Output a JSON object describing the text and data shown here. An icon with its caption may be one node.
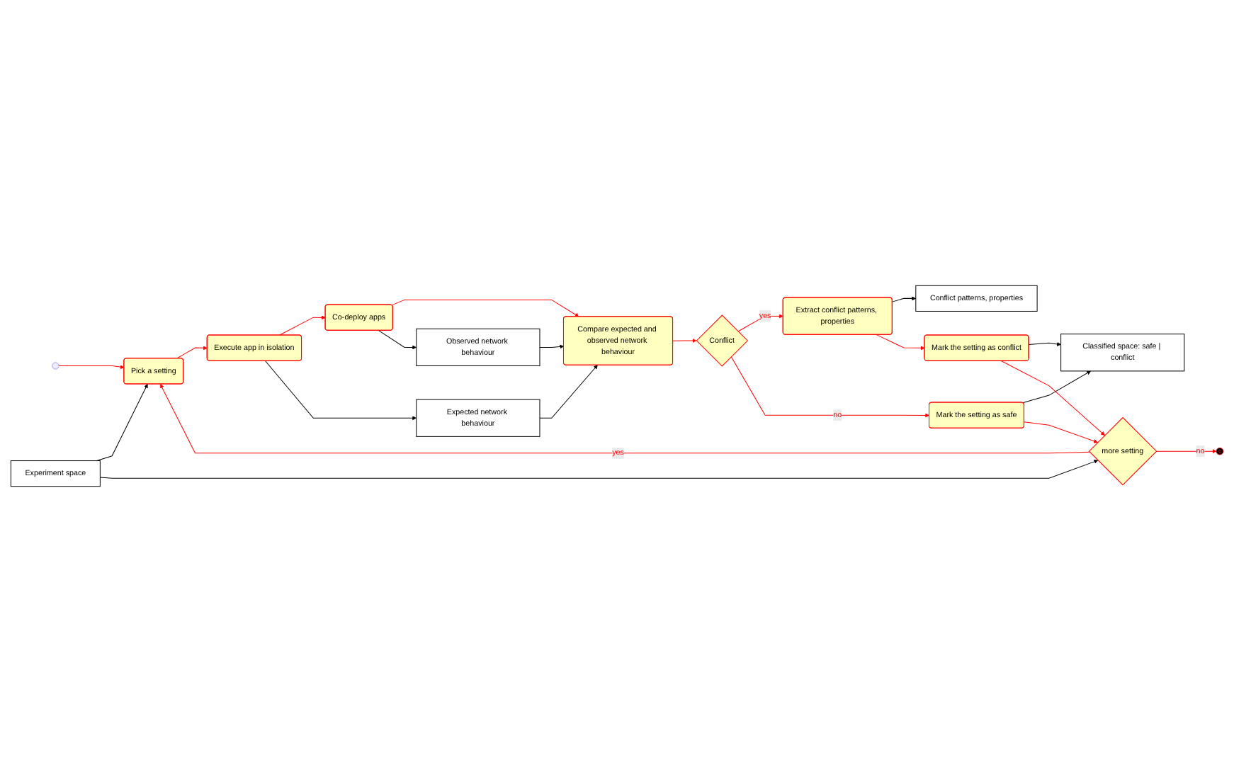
{
  "diagram": {
    "nodes": [
      {
        "text": [],
        "shape": "circle"
      },
      {
        "text": [
          "Pick a setting"
        ]
      },
      {
        "text": [
          "Execute app in isolation"
        ]
      },
      {
        "text": [
          "Co-deploy apps"
        ]
      },
      {
        "text": [
          "Experiment space"
        ]
      },
      {
        "text": [
          "Conflict patterns, properties"
        ]
      },
      {
        "text": [
          "Expected network behaviour"
        ]
      },
      {
        "text": [
          "Observed network behaviour"
        ]
      },
      {
        "text": [],
        "shape": "circle"
      },
      {
        "text": [
          "more setting"
        ]
      },
      {
        "text": [
          "Extract conflict patterns, properties"
        ]
      },
      {
        "text": [
          "Conflict"
        ]
      },
      {
        "text": [
          "Compare expected and observed network behaviour"
        ]
      },
      {
        "text": [
          "Mark the setting as conflict"
        ]
      },
      {
        "text": [
          "Mark the setting as safe"
        ]
      },
      {
        "text": [
          "Classified space: safe | conflict"
        ]
      }
    ],
    "edges": [
      {
        "from": 0,
        "to": 1,
        "arrow": "to"
      },
      {
        "from": 1,
        "to": 2,
        "arrow": "to"
      },
      {
        "from": 2,
        "to": 3,
        "arrow": "to"
      },
      {
        "from": 3,
        "to": 12,
        "arrow": "to"
      },
      {
        "from": 4,
        "to": 1,
        "arrow": "to",
        "color": "#000000"
      },
      {
        "from": 4,
        "to": 9,
        "arrow": "to",
        "color": "#000000"
      },
      {
        "from": 2,
        "to": 6,
        "arrow": "to",
        "color": "#000000"
      },
      {
        "from": 3,
        "to": 7,
        "arrow": "to",
        "color": "#000000"
      },
      {
        "from": 6,
        "to": 12,
        "arrow": "to",
        "color": "#000000"
      },
      {
        "from": 7,
        "to": 12,
        "arrow": "to",
        "color": "#000000"
      },
      {
        "from": 12,
        "to": 11,
        "arrow": "to"
      },
      {
        "from": 11,
        "to": 10,
        "label": "yes",
        "arrow": "to"
      },
      {
        "from": 11,
        "to": 14,
        "label": "no",
        "arrow": "to"
      },
      {
        "from": 10,
        "to": 5,
        "arrow": "to",
        "color": "#000000"
      },
      {
        "from": 10,
        "to": 13,
        "arrow": "to"
      },
      {
        "from": 13,
        "to": 15,
        "arrow": "to",
        "color": "#000000"
      },
      {
        "from": 14,
        "to": 15,
        "arrow": "to",
        "color": "#000000"
      },
      {
        "from": 13,
        "to": 9,
        "arrow": "to"
      },
      {
        "from": 14,
        "to": 9,
        "arrow": "to"
      },
      {
        "from": 9,
        "to": 1,
        "label": "yes",
        "arrow": "to"
      },
      {
        "from": 9,
        "to": 8,
        "label": "no",
        "arrow": "to"
      }
    ]
  }
}
